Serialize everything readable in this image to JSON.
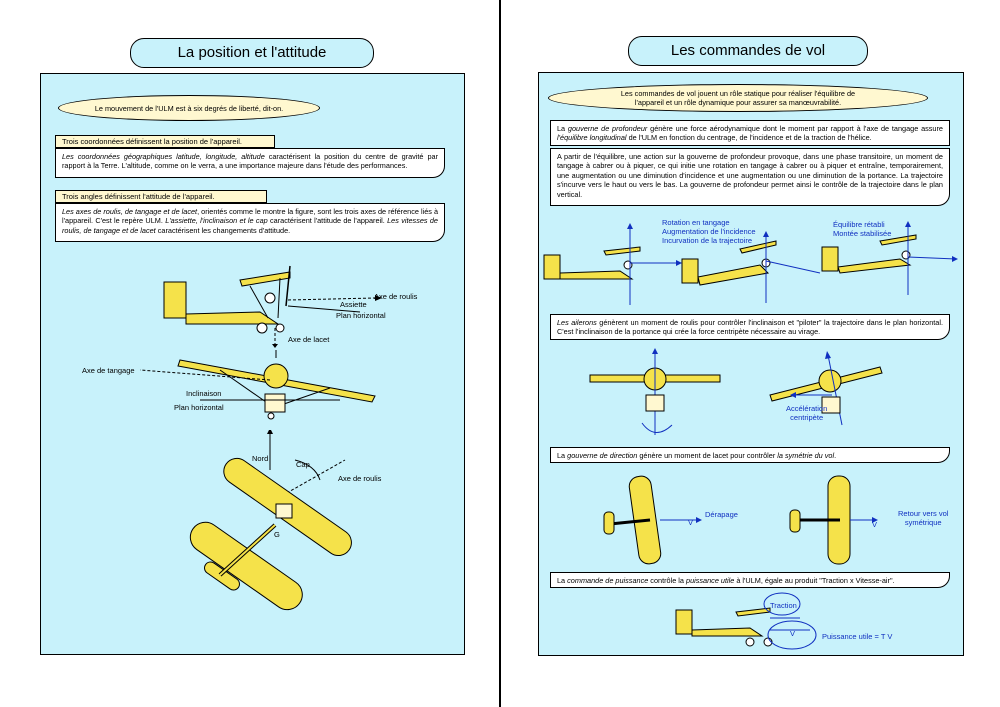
{
  "left": {
    "title": "La position et l'attitude",
    "intro": "Le mouvement de l'ULM est à six degrés de liberté, dit-on.",
    "coords_tab": "Trois coordonnées définissent la position de l'appareil.",
    "coords_text_a": "Les coordonnées géographiques latitude, longitude, altitude",
    "coords_text_b": " caractérisent la position du centre de gravité par rapport à la Terre. L'altitude, comme on le verra, a une importance majeure dans l'étude des performances.",
    "angles_tab": "Trois angles définissent l'attitude de l'appareil.",
    "angles_text_a": "Les axes de roulis, de tangage et de lacet",
    "angles_text_b": ", orientés comme le montre la figure, sont les trois axes de référence liés à l'appareil. C'est le repère ULM. ",
    "angles_text_c": "L'assiette, l'inclinaison et le cap",
    "angles_text_d": " caractérisent l'attitude de l'appareil. ",
    "angles_text_e": "Les vitesses de roulis, de tangage et de lacet",
    "angles_text_f": " caractérisent les changements d'attitude.",
    "labels": {
      "axe_roulis": "Axe de roulis",
      "assiette": "Assiette",
      "plan_horizontal": "Plan horizontal",
      "axe_lacet": "Axe de lacet",
      "axe_tangage": "Axe de tangage",
      "inclinaison": "Inclinaison",
      "plan_horizontal2": "Plan horizontal",
      "nord": "Nord",
      "cap": "Cap",
      "axe_roulis2": "Axe de roulis",
      "g": "G"
    }
  },
  "right": {
    "title": "Les commandes de vol",
    "intro": "Les commandes de vol jouent un rôle statique pour réaliser l'équilibre de l'appareil et un rôle dynamique pour assurer sa manœuvrabilité.",
    "prof_a": "La ",
    "prof_b": "gouverne de profondeur",
    "prof_c": " génère une force aérodynamique dont le moment par rapport à l'axe de tangage assure ",
    "prof_d": "l'équilibre longitudinal",
    "prof_e": " de l'ULM en fonction du centrage, de l'incidence et de la traction de l'hélice.",
    "prof2": "A partir de l'équilibre, une action sur la gouverne de profondeur provoque, dans une phase transitoire, un moment de tangage à cabrer ou à piquer, ce qui initie une rotation en tangage à cabrer ou à piquer et entraîne, temporairement, une augmentation ou une diminution d'incidence et une augmentation ou une diminution de la portance. La trajectoire s'incurve vers le haut ou vers le bas. La gouverne de profondeur permet ainsi le contrôle de la trajectoire dans le plan vertical.",
    "rot_labels": [
      "Rotation en tangage",
      "Augmentation de l'incidence",
      "Incurvation de la trajectoire"
    ],
    "eq_labels": [
      "Équilibre rétabli",
      "Montée stabilisée"
    ],
    "ail_a": "Les ailerons",
    "ail_b": " génèrent un moment de roulis pour contrôler l'inclinaison et \"piloter\" la trajectoire dans le plan horizontal. C'est l'inclinaison de la portance qui crée la force centripète nécessaire au virage.",
    "accel": [
      "Accélération",
      "centripète"
    ],
    "dir_a": "La ",
    "dir_b": "gouverne de direction",
    "dir_c": " génère un moment de lacet pour contrôler ",
    "dir_d": "la symétrie du vol",
    "dir_e": ".",
    "derapage": "Dérapage",
    "v1": "V",
    "v2": "V",
    "retour": [
      "Retour vers vol",
      "symétrique"
    ],
    "puis_a": "La ",
    "puis_b": "commande de puissance",
    "puis_c": " contrôle la ",
    "puis_d": "puissance utile",
    "puis_e": " à l'ULM, égale au produit \"Traction x Vitesse-air\".",
    "traction": "Traction",
    "v3": "V",
    "puissance": "Puissance utile = T V"
  },
  "colors": {
    "panel": "#c8f2fb",
    "plane": "#f5e24a",
    "accent_blue": "#1030c0"
  }
}
